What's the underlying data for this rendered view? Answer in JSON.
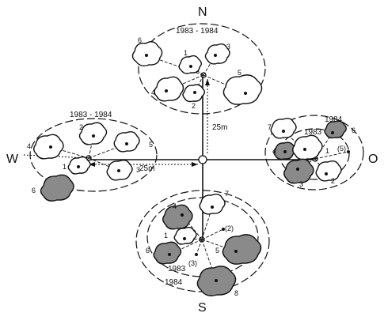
{
  "cardinals": {
    "north": "N",
    "south": "S",
    "west": "W",
    "east": "O"
  },
  "distances": {
    "north": "25m",
    "west": "25m"
  },
  "groups": {
    "north": {
      "year_label": "1983 - 1984",
      "shrubs": [
        {
          "id": "n1",
          "label": "1",
          "shaded": false
        },
        {
          "id": "n2",
          "label": "2",
          "shaded": false
        },
        {
          "id": "n3",
          "label": "3",
          "shaded": false
        },
        {
          "id": "n4",
          "label": "4",
          "shaded": false
        },
        {
          "id": "n5",
          "label": "5",
          "shaded": false
        },
        {
          "id": "n6",
          "label": "6",
          "shaded": false
        }
      ]
    },
    "west": {
      "year_label": "1983 - 1984",
      "shrubs": [
        {
          "id": "w1",
          "label": "1",
          "shaded": false
        },
        {
          "id": "w2",
          "label": "2",
          "shaded": false
        },
        {
          "id": "w3",
          "label": "3",
          "shaded": false
        },
        {
          "id": "w4",
          "label": "4",
          "shaded": false
        },
        {
          "id": "w5",
          "label": "5",
          "shaded": false
        },
        {
          "id": "w6",
          "label": "6",
          "shaded": true
        }
      ]
    },
    "east": {
      "year_outer": "1984",
      "year_inner": "1983",
      "shrubs": [
        {
          "id": "e1",
          "label": "1",
          "shaded": false
        },
        {
          "id": "e2",
          "label": "2",
          "shaded": false
        },
        {
          "id": "e3",
          "label": "3",
          "shaded": true
        },
        {
          "id": "e4",
          "label": "4",
          "shaded": true
        },
        {
          "id": "e5",
          "label": "(5)",
          "shaded": false
        },
        {
          "id": "e6",
          "label": "6",
          "shaded": true
        },
        {
          "id": "e7",
          "label": "7",
          "shaded": false
        }
      ]
    },
    "south": {
      "year_inner": "1983",
      "year_outer": "1984",
      "shrubs": [
        {
          "id": "s1",
          "label": "1",
          "shaded": false
        },
        {
          "id": "s2",
          "label": "(2)",
          "shaded": false
        },
        {
          "id": "s3",
          "label": "(3)",
          "shaded": false
        },
        {
          "id": "s4",
          "label": "4",
          "shaded": true
        },
        {
          "id": "s5",
          "label": "5",
          "shaded": true
        },
        {
          "id": "s6",
          "label": "6",
          "shaded": true
        },
        {
          "id": "s7",
          "label": "7",
          "shaded": false
        },
        {
          "id": "s8",
          "label": "8",
          "shaded": true
        }
      ]
    }
  }
}
